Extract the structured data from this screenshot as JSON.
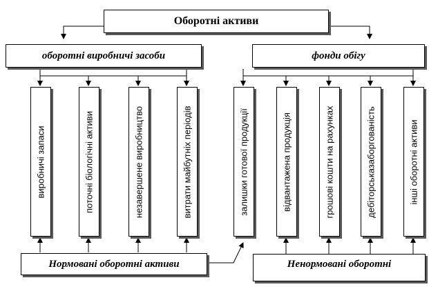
{
  "root": {
    "label": "Оборотні активи"
  },
  "groups": [
    {
      "label": "оборотні виробничі засоби"
    },
    {
      "label": "фонди обігу"
    }
  ],
  "leaves": [
    {
      "label": "виробничі запаси"
    },
    {
      "label": "поточні біологічні активи"
    },
    {
      "label": "незавершене виробництво"
    },
    {
      "label": "витрати майбутніх періодів"
    },
    {
      "label": "залишки готової продукції"
    },
    {
      "label": "відвантажена продукція"
    },
    {
      "label": "грошові кошти на рахунках"
    },
    {
      "label": "дебіторськазаборгованість"
    },
    {
      "label": "інші оборотні активи"
    }
  ],
  "categories": [
    {
      "label": "Нормовані оборотні активи"
    },
    {
      "label": "Ненормовані оборотні"
    }
  ]
}
